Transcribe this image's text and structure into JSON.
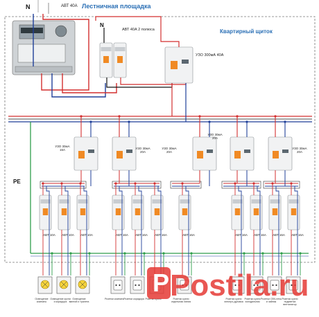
{
  "header": {
    "n_label": "N",
    "avt_top": "АВТ 40А",
    "stair_title": "Лестничная площадка"
  },
  "panel": {
    "title": "Квартирный щиток",
    "n_label": "N",
    "main_breaker": "АВТ 40А 2 полюса",
    "main_rcd": "УЗО 300мА 40А",
    "pe_label": "PE"
  },
  "rcds": [
    {
      "label": "УЗО 30мА 16А"
    },
    {
      "label": "УЗО 30мА 20А"
    },
    {
      "label": "УЗО 30мА 20А"
    },
    {
      "label": "УЗО 30мА 20А"
    },
    {
      "label": "УЗО 30мА 20А"
    }
  ],
  "breakers": [
    {
      "label": "АВТ 10А"
    },
    {
      "label": "АВТ 10А"
    },
    {
      "label": "АВТ 10А"
    },
    {
      "label": "АВТ 16А"
    },
    {
      "label": "АВТ 16А"
    },
    {
      "label": "АВТ 16А"
    },
    {
      "label": "АВТ 16А"
    },
    {
      "label": "АВТ 16А"
    },
    {
      "label": "АВТ 16А"
    },
    {
      "label": "АВТ 16А"
    },
    {
      "label": "АВТ 16А"
    }
  ],
  "consumers": [
    {
      "label": "Освещение комнаты",
      "icon": "lamp-icon"
    },
    {
      "label": "Освещение кухни и коридора",
      "icon": "lamp-icon"
    },
    {
      "label": "Освещение ванной и туалета",
      "icon": "lamp-icon"
    },
    {
      "label": "Розетки комнаты",
      "icon": "socket-icon"
    },
    {
      "label": "Розетки коридора",
      "icon": "socket-icon"
    },
    {
      "label": "Розетки кухни",
      "icon": "socket-icon"
    },
    {
      "label": "Розетки кухни отдельная линия",
      "icon": "socket-icon"
    },
    {
      "label": "Розетки кухни электро-духовка",
      "icon": "socket-icon"
    },
    {
      "label": "Розетки кухни холодильник",
      "icon": "socket-icon"
    },
    {
      "label": "Розетки СВЧ-печь и чайник",
      "icon": "socket-icon"
    },
    {
      "label": "Розетки кухни подсветка вентилятор",
      "icon": "socket-icon"
    }
  ],
  "colors": {
    "phase": "#d32f2f",
    "neutral": "#1f3f99",
    "pe": "#2e9e4a",
    "panel_border": "#666666",
    "title_blue": "#2a6fb5",
    "breaker_orange": "#f08a24"
  },
  "watermark": "Postila.ru"
}
